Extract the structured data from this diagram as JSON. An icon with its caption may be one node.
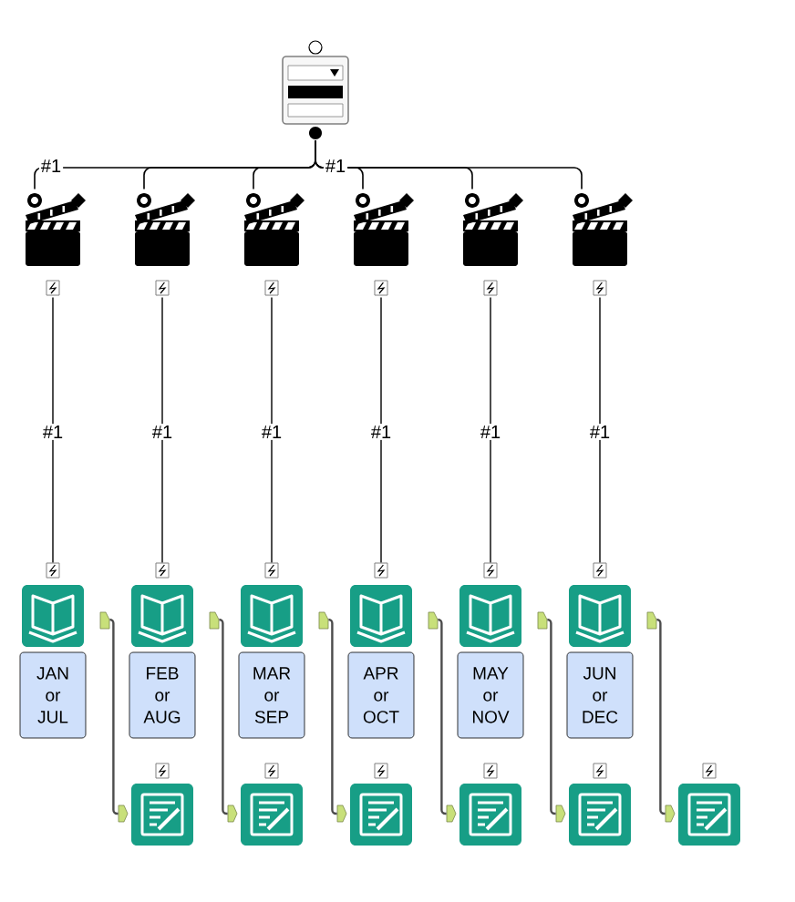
{
  "diagram": {
    "nodes": [
      {
        "text": [],
        "shape": "box"
      },
      {
        "text": [],
        "shape": "clapperboard"
      },
      {
        "text": [],
        "shape": "clapperboard"
      },
      {
        "text": [],
        "shape": "clapperboard"
      },
      {
        "text": [],
        "shape": "clapperboard"
      },
      {
        "text": [],
        "shape": "clapperboard"
      },
      {
        "text": [],
        "shape": "clapperboard"
      },
      {
        "text": [],
        "shape": "book",
        "beside": [
          "JAN or JUL"
        ]
      },
      {
        "text": [],
        "shape": "book",
        "beside": [
          "FEB or AUG"
        ]
      },
      {
        "text": [],
        "shape": "book",
        "beside": [
          "MAR or SEP"
        ]
      },
      {
        "text": [],
        "shape": "book",
        "beside": [
          "APR or OCT"
        ]
      },
      {
        "text": [],
        "shape": "book",
        "beside": [
          "MAY or NOV"
        ]
      },
      {
        "text": [],
        "shape": "book",
        "beside": [
          "JUN or DEC"
        ]
      },
      {
        "text": [],
        "shape": "notepad"
      },
      {
        "text": [],
        "shape": "notepad"
      },
      {
        "text": [],
        "shape": "notepad"
      },
      {
        "text": [],
        "shape": "notepad"
      },
      {
        "text": [],
        "shape": "notepad"
      },
      {
        "text": [],
        "shape": "notepad"
      }
    ],
    "edges": [
      {
        "from": 0,
        "to": 1,
        "arrow": "none",
        "label": "#1"
      },
      {
        "from": 0,
        "to": 2,
        "arrow": "none"
      },
      {
        "from": 0,
        "to": 3,
        "arrow": "none"
      },
      {
        "from": 0,
        "to": 4,
        "arrow": "none",
        "label": "#1"
      },
      {
        "from": 0,
        "to": 5,
        "arrow": "none"
      },
      {
        "from": 0,
        "to": 6,
        "arrow": "none"
      },
      {
        "from": 1,
        "to": 7,
        "arrow": "none",
        "label": "#1"
      },
      {
        "from": 2,
        "to": 8,
        "arrow": "none",
        "label": "#1"
      },
      {
        "from": 3,
        "to": 9,
        "arrow": "none",
        "label": "#1"
      },
      {
        "from": 4,
        "to": 10,
        "arrow": "none",
        "label": "#1"
      },
      {
        "from": 5,
        "to": 11,
        "arrow": "none",
        "label": "#1"
      },
      {
        "from": 6,
        "to": 12,
        "arrow": "none",
        "label": "#1"
      },
      {
        "from": 7,
        "to": 13,
        "arrow": "none"
      },
      {
        "from": 8,
        "to": 14,
        "arrow": "none"
      },
      {
        "from": 9,
        "to": 15,
        "arrow": "none"
      },
      {
        "from": 10,
        "to": 16,
        "arrow": "none"
      },
      {
        "from": 11,
        "to": 17,
        "arrow": "none"
      },
      {
        "from": 12,
        "to": 18,
        "arrow": "none"
      }
    ]
  }
}
